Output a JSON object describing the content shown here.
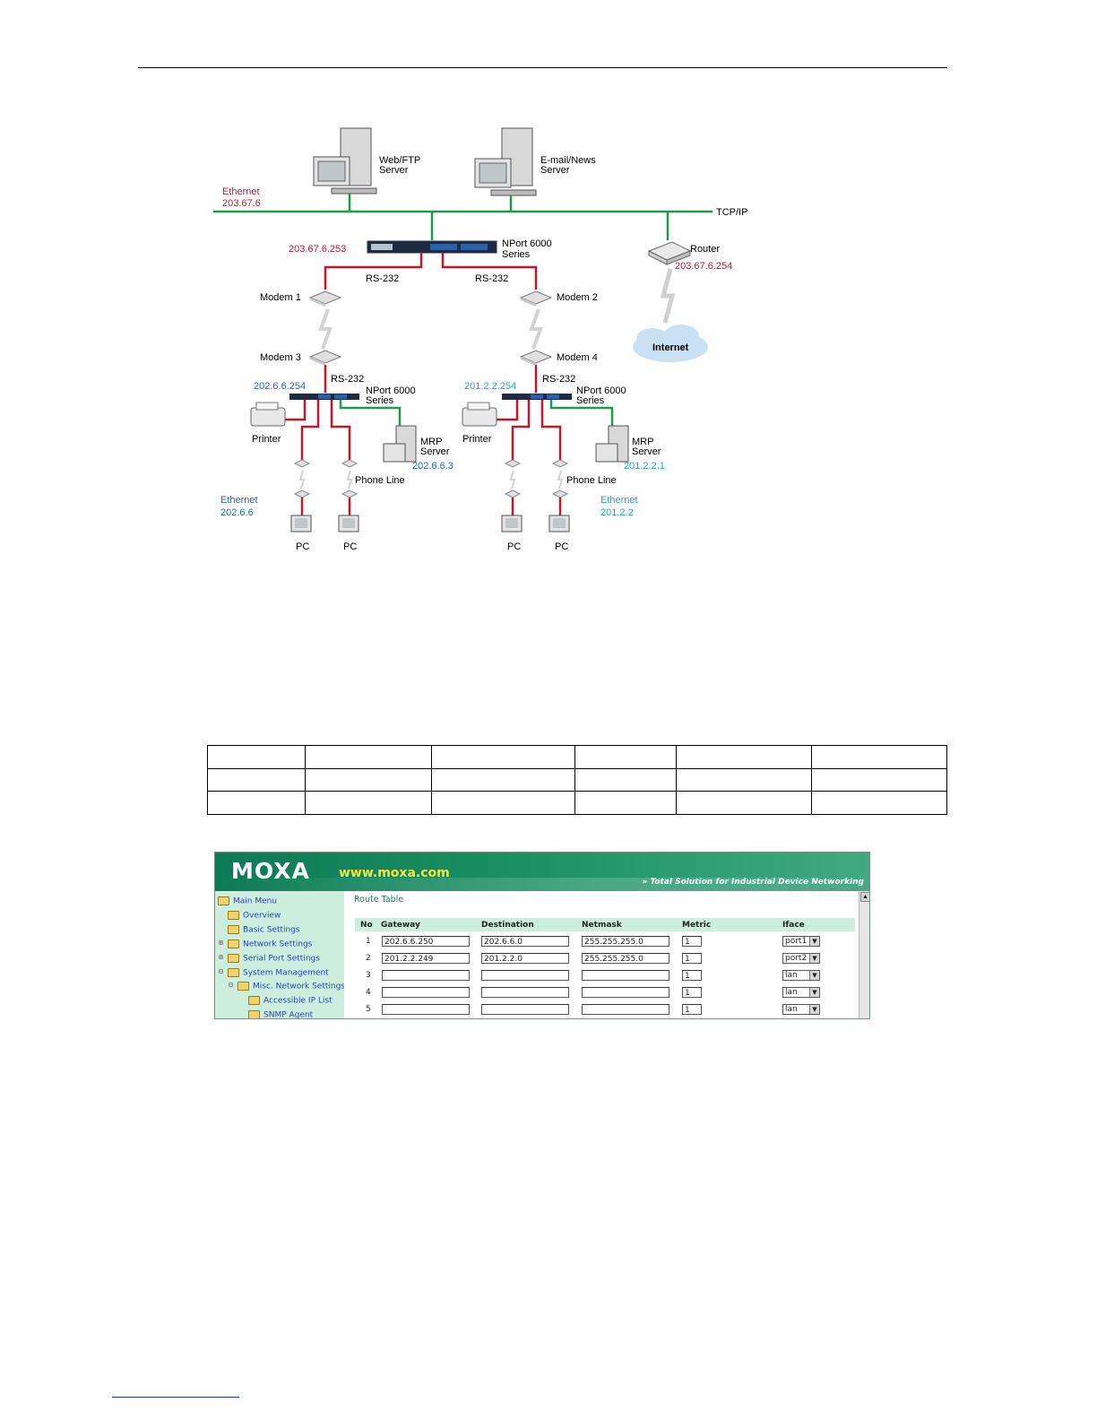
{
  "diagram": {
    "web_server": [
      "Web/FTP",
      "Server"
    ],
    "mail_server": [
      "E-mail/News",
      "Server"
    ],
    "ethernet_top": [
      "Ethernet",
      "203.67.6"
    ],
    "tcpip": "TCP/IP",
    "nport_main": [
      "NPort 6000",
      "Series"
    ],
    "nport_main_ip": "203.67.6.253",
    "router": "Router",
    "router_ip": "203.67.6.254",
    "rs232_left": "RS-232",
    "rs232_right": "RS-232",
    "modem1": "Modem 1",
    "modem2": "Modem 2",
    "modem3": "Modem 3",
    "modem4": "Modem 4",
    "internet": "Internet",
    "rs232_left_low": "RS-232",
    "rs232_right_low": "RS-232",
    "left_nport_ip": "202.6.6.254",
    "right_nport_ip": "201.2.2.254",
    "left_nport": [
      "NPort 6000",
      "Series"
    ],
    "right_nport": [
      "NPort 6000",
      "Series"
    ],
    "printer_left": "Printer",
    "printer_right": "Printer",
    "mrp_left": [
      "MRP",
      "Server"
    ],
    "mrp_left_ip": "202.6.6.3",
    "mrp_right": [
      "MRP",
      "Server"
    ],
    "mrp_right_ip": "201.2.2.1",
    "phone_left": "Phone Line",
    "phone_right": "Phone Line",
    "ethernet_left": [
      "Ethernet",
      "202.6.6"
    ],
    "ethernet_right": [
      "Ethernet",
      "201.2.2"
    ],
    "pc_labels": [
      "PC",
      "PC",
      "PC",
      "PC"
    ]
  },
  "moxa": {
    "logo": "MOXA",
    "url": "www.moxa.com",
    "tagline": "Total Solution for Industrial Device Networking",
    "menu": {
      "main": "Main Menu",
      "items": [
        "Overview",
        "Basic Settings",
        "Network Settings",
        "Serial Port Settings",
        "System Management",
        "Misc. Network Settings",
        "Accessible IP List",
        "SNMP Agent"
      ]
    },
    "route_table": {
      "title": "Route Table",
      "headers": [
        "No",
        "Gateway",
        "Destination",
        "Netmask",
        "Metric",
        "Iface"
      ],
      "rows": [
        {
          "no": "1",
          "gateway": "202.6.6.250",
          "destination": "202.6.6.0",
          "netmask": "255.255.255.0",
          "metric": "1",
          "iface": "port1"
        },
        {
          "no": "2",
          "gateway": "201.2.2.249",
          "destination": "201.2.2.0",
          "netmask": "255.255.255.0",
          "metric": "1",
          "iface": "port2"
        },
        {
          "no": "3",
          "gateway": "",
          "destination": "",
          "netmask": "",
          "metric": "1",
          "iface": "lan"
        },
        {
          "no": "4",
          "gateway": "",
          "destination": "",
          "netmask": "",
          "metric": "1",
          "iface": "lan"
        },
        {
          "no": "5",
          "gateway": "",
          "destination": "",
          "netmask": "",
          "metric": "1",
          "iface": "lan"
        }
      ]
    }
  },
  "colors": {
    "ethernet_line": "#1f9a4a",
    "serial_line": "#c0182a",
    "ip_red": "#c0182a",
    "ip_blue": "#1f67b3",
    "ip_cyan": "#1aa6d8",
    "moxa_green": "#0c7a55"
  }
}
